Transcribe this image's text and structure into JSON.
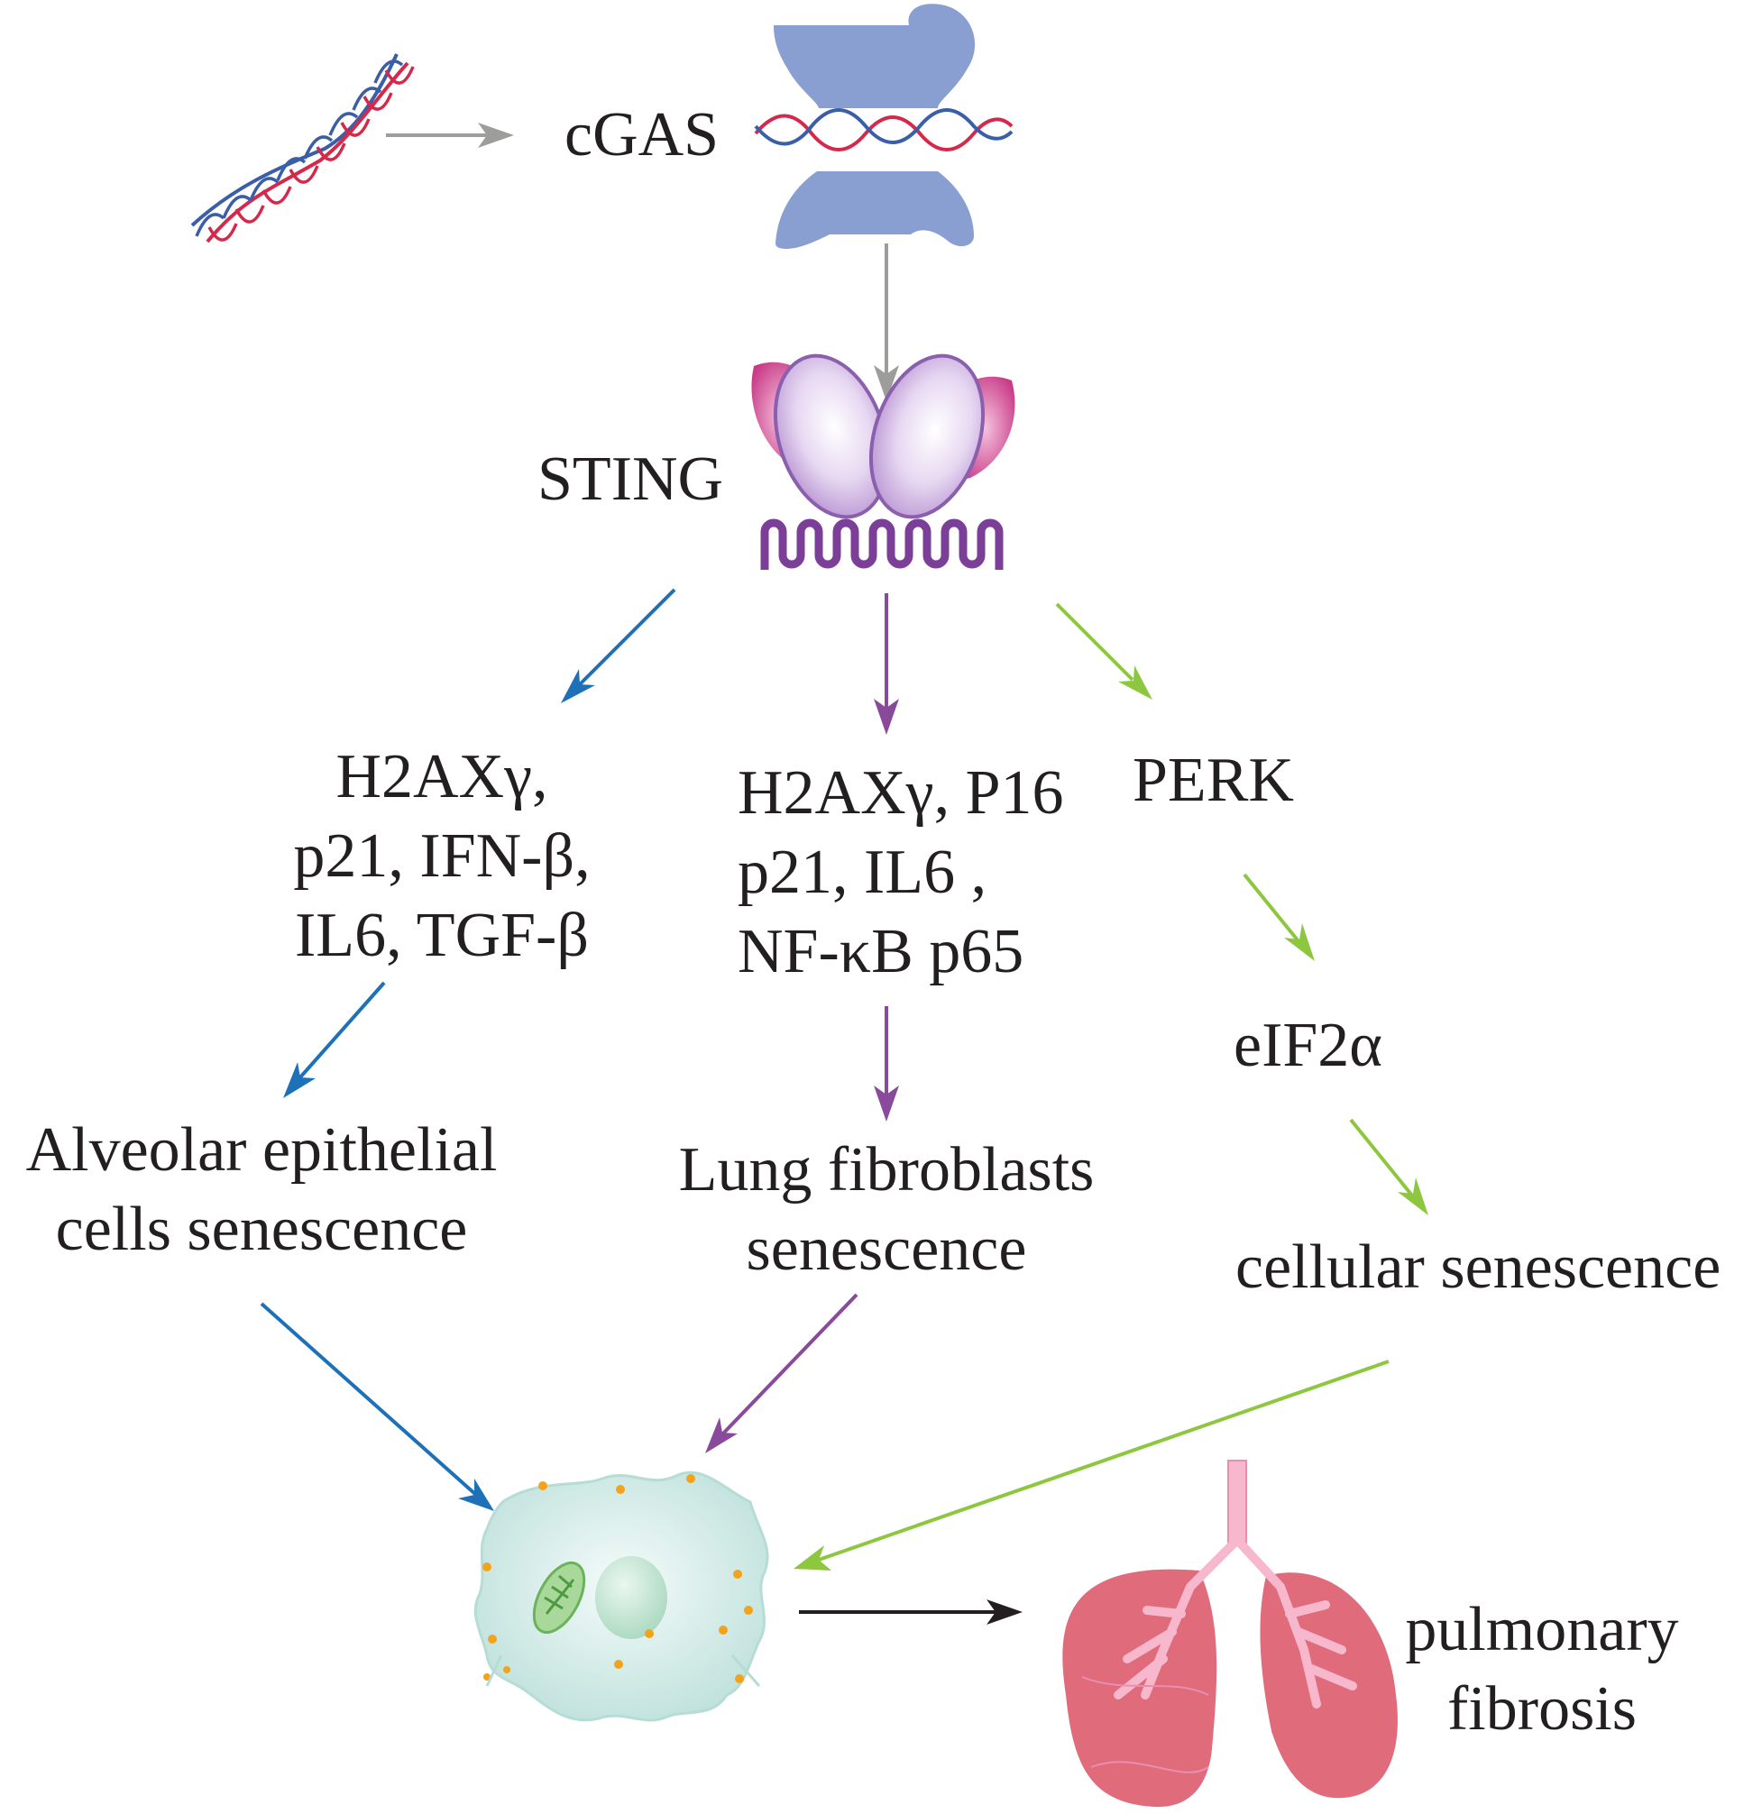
{
  "labels": {
    "cgas": "cGAS",
    "sting": "STING",
    "perk": "PERK",
    "eif2a": "eIF2α",
    "cellular_senescence": "cellular senescence",
    "left_markers": [
      "H2AXγ,",
      "p21, IFN-β,",
      "IL6, TGF-β"
    ],
    "mid_markers": [
      "H2AXγ, P16",
      "p21, IL6 ,",
      "NF-κB p65"
    ],
    "alveolar": [
      "Alveolar epithelial",
      "cells senescence"
    ],
    "fibroblast": [
      "Lung fibroblasts",
      "senescence"
    ],
    "outcome": [
      "pulmonary",
      "fibrosis"
    ]
  },
  "colors": {
    "text": "#231f20",
    "gray_arrow": "#9d9d9c",
    "blue_arrow": "#1d71b8",
    "purple_arrow": "#8a4a9c",
    "green_arrow": "#8dc63f",
    "black_arrow": "#231f20",
    "cgas_protein": "#8a9fd1",
    "dna_red": "#d4294b",
    "dna_blue": "#3a5ea8",
    "sting_lobe": "#d6c1e6",
    "sting_arc": "#d9559a",
    "sting_membrane": "#7b3f98",
    "cell_fill": "#d5ede9",
    "lung_fill": "#df6b7b",
    "bronchi": "#f7b7cc"
  },
  "icons": [
    "dna-helix-icon",
    "cgas-protein-icon",
    "sting-protein-icon",
    "senescent-cell-icon",
    "lungs-icon"
  ]
}
